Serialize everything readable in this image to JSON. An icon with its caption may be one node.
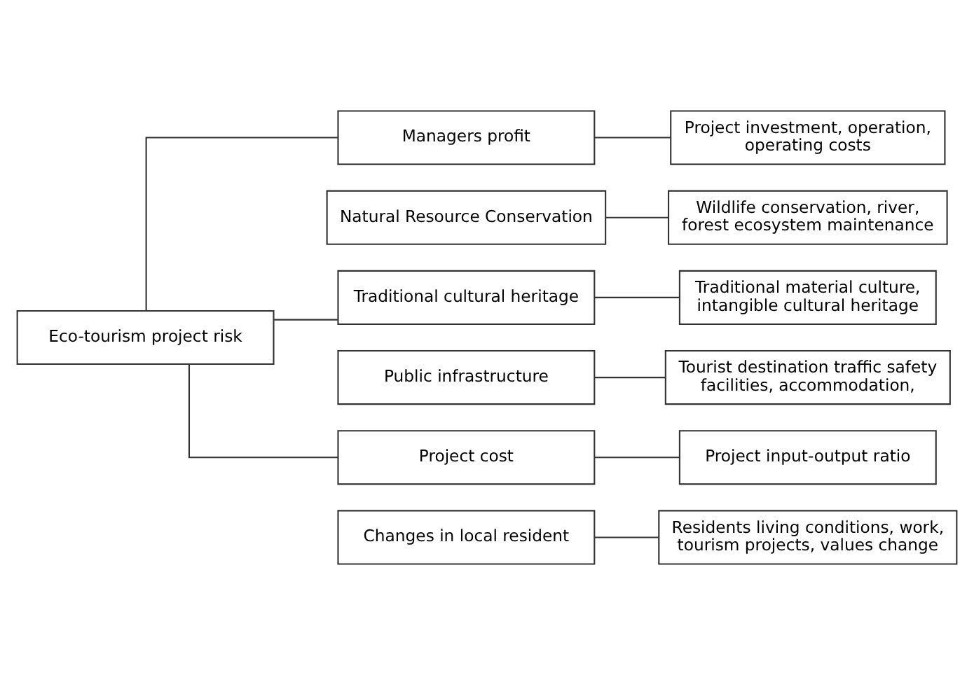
{
  "diagram": {
    "nodes": [
      {
        "text": [
          "Eco-tourism project risk"
        ]
      },
      {
        "text": [
          "Managers profit"
        ]
      },
      {
        "text": [
          "Project investment, operation, operating costs"
        ]
      },
      {
        "text": [
          "Natural Resource Conservation"
        ]
      },
      {
        "text": [
          "Wildlife conservation, river, forest ecosystem maintenance"
        ]
      },
      {
        "text": [
          "Traditional cultural heritage"
        ]
      },
      {
        "text": [
          "Traditional material culture, intangible cultural heritage"
        ]
      },
      {
        "text": [
          "Public infrastructure"
        ]
      },
      {
        "text": [
          "Tourist destination traffic safety facilities, accommodation,"
        ]
      },
      {
        "text": [
          "Project cost"
        ]
      },
      {
        "text": [
          "Project input-output ratio"
        ]
      },
      {
        "text": [
          "Changes in local resident"
        ]
      },
      {
        "text": [
          "Residents living conditions, work, tourism projects, values change"
        ]
      }
    ],
    "edges": [
      {
        "from": 0,
        "to": 1,
        "arrow": "none"
      },
      {
        "from": 0,
        "to": 5,
        "arrow": "none"
      },
      {
        "from": 0,
        "to": 9,
        "arrow": "none"
      },
      {
        "from": 1,
        "to": 2,
        "arrow": "none"
      },
      {
        "from": 3,
        "to": 4,
        "arrow": "none"
      },
      {
        "from": 5,
        "to": 6,
        "arrow": "none"
      },
      {
        "from": 7,
        "to": 8,
        "arrow": "none"
      },
      {
        "from": 9,
        "to": 10,
        "arrow": "none"
      },
      {
        "from": 11,
        "to": 12,
        "arrow": "none"
      }
    ]
  }
}
